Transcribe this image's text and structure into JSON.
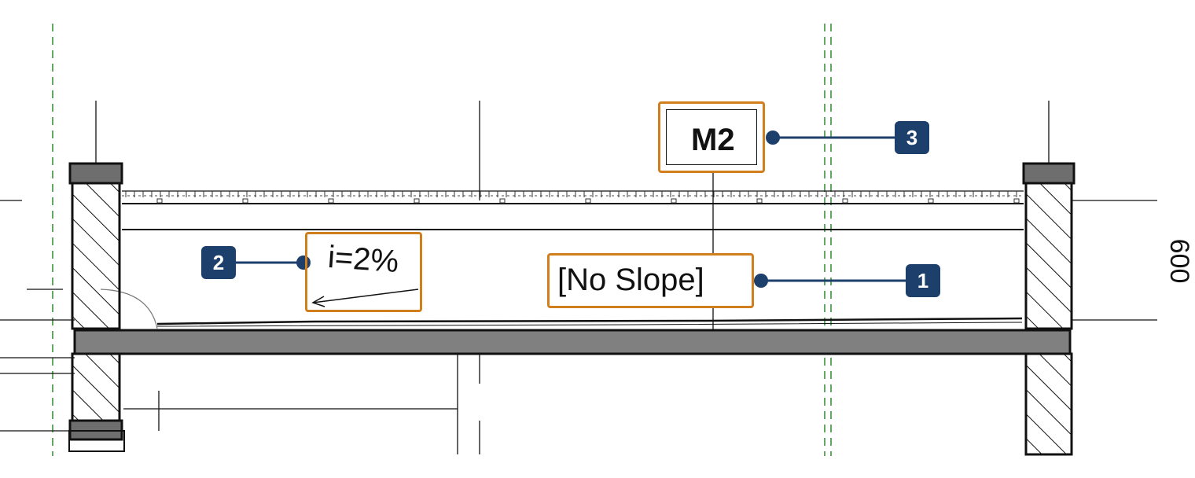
{
  "drawing": {
    "dimension_label": "600",
    "colors": {
      "callout_border": "#d07f1c",
      "badge_fill": "#1c3f6b",
      "grid_dash": "#2e8b2e",
      "slab": "#808080",
      "wall_cap": "#6e6e6e"
    }
  },
  "callouts": [
    {
      "badge": "1",
      "label": "[No Slope]"
    },
    {
      "badge": "2",
      "label": "i=2%"
    },
    {
      "badge": "3",
      "label": "M2"
    }
  ]
}
